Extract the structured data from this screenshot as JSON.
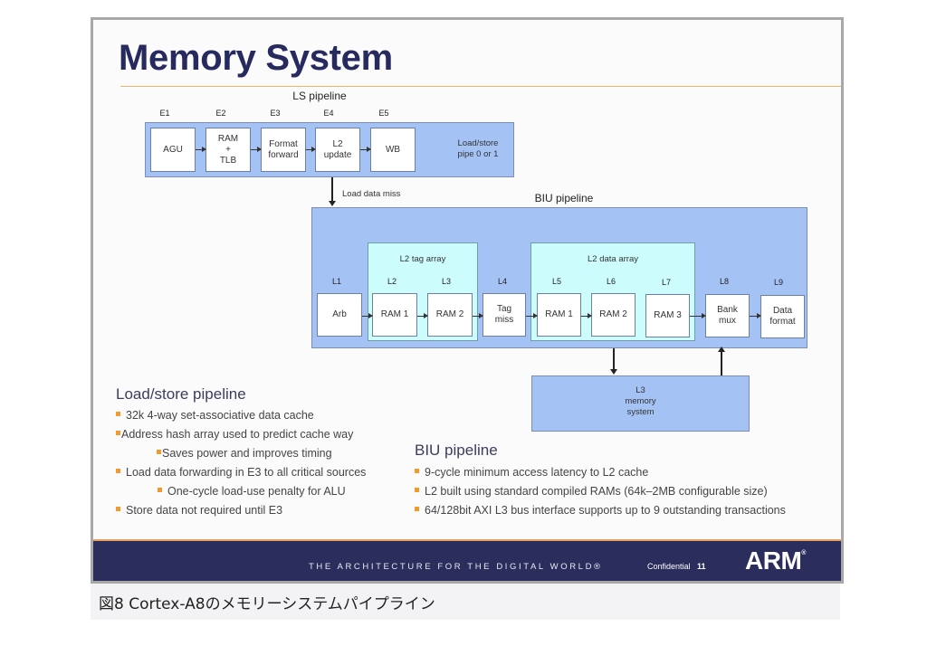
{
  "slide": {
    "title": "Memory System",
    "ls_pipeline": {
      "label": "LS pipeline",
      "stages": [
        {
          "stage": "E1",
          "box": "AGU"
        },
        {
          "stage": "E2",
          "box_lines": [
            "RAM",
            "+",
            "TLB"
          ]
        },
        {
          "stage": "E3",
          "box_lines": [
            "Format",
            "forward"
          ]
        },
        {
          "stage": "E4",
          "box_lines": [
            "L2",
            "update"
          ]
        },
        {
          "stage": "E5",
          "box": "WB"
        }
      ],
      "pipe_label_lines": [
        "Load/store",
        "pipe 0 or 1"
      ],
      "miss_label": "Load data miss"
    },
    "biu_pipeline": {
      "label": "BIU pipeline",
      "tag_array_label": "L2 tag array",
      "data_array_label": "L2 data array",
      "stages": [
        {
          "stage": "L1",
          "box": "Arb"
        },
        {
          "stage": "L2",
          "box": "RAM 1"
        },
        {
          "stage": "L3",
          "box": "RAM 2"
        },
        {
          "stage": "L4",
          "box_lines": [
            "Tag",
            "miss"
          ]
        },
        {
          "stage": "L5",
          "box": "RAM 1"
        },
        {
          "stage": "L6",
          "box": "RAM 2"
        },
        {
          "stage": "L7",
          "box": "RAM 3"
        },
        {
          "stage": "L8",
          "box_lines": [
            "Bank",
            "mux"
          ]
        },
        {
          "stage": "L9",
          "box_lines": [
            "Data",
            "format"
          ]
        }
      ],
      "l3_lines": [
        "L3",
        "memory",
        "system"
      ]
    },
    "load_store_section": {
      "heading": "Load/store pipeline",
      "bullets": [
        "32k 4-way set-associative data cache",
        "Address hash array used to predict cache way",
        "Saves power and improves timing",
        "Load data forwarding in E3 to all critical sources",
        "One-cycle load-use penalty for ALU",
        "Store data not required until E3"
      ]
    },
    "biu_section": {
      "heading": "BIU pipeline",
      "bullets": [
        "9-cycle minimum access latency to L2 cache",
        "L2 built using standard compiled RAMs (64k–2MB configurable size)",
        "64/128bit AXI L3 bus interface supports up to 9 outstanding transactions"
      ]
    },
    "footer": {
      "tagline": "THE ARCHITECTURE FOR THE DIGITAL WORLD®",
      "confidential": "Confidential",
      "page_number": "11",
      "logo": "ARM",
      "logo_mark": "®"
    }
  },
  "caption": "図8 Cortex-A8のメモリーシステムパイプライン",
  "colors": {
    "title": "#262a5e",
    "accent_orange": "#f59a2a",
    "pipeline_blue": "#a4c2f4",
    "array_cyan": "#ccfcfc",
    "footer_navy": "#2b2d5c"
  }
}
